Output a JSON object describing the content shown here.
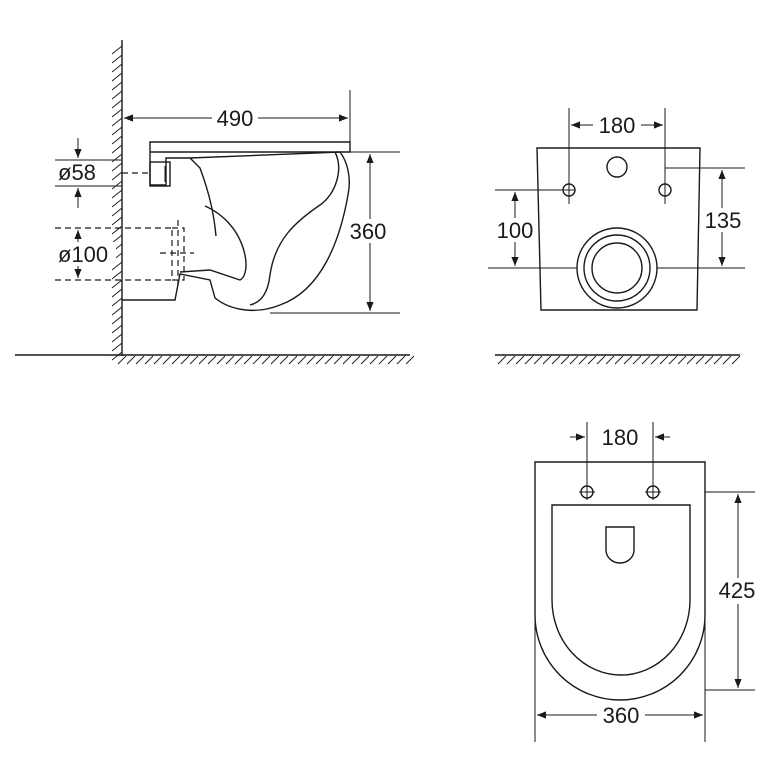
{
  "side_view": {
    "width_label": "490",
    "height_label": "360",
    "inlet_diameter_label": "ø58",
    "outlet_diameter_label": "ø100"
  },
  "rear_view": {
    "bolt_spacing_label": "180",
    "left_height_label": "100",
    "right_height_label": "135"
  },
  "top_view": {
    "bolt_spacing_label": "180",
    "length_label": "425",
    "width_label": "360"
  }
}
